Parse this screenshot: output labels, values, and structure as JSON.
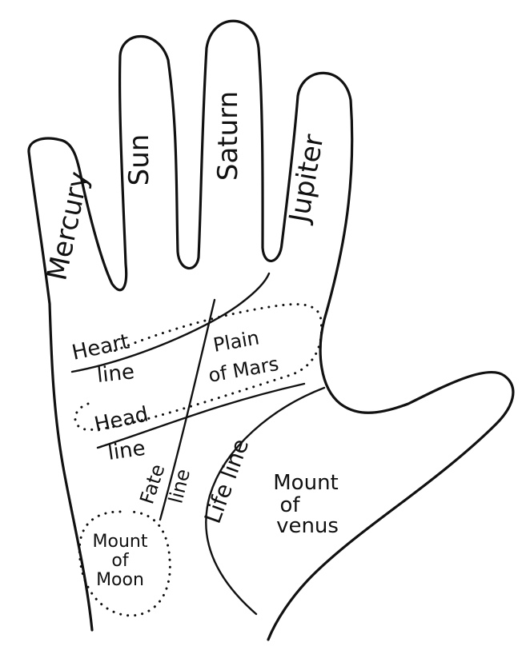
{
  "fingers": {
    "mercury": "Mercury",
    "sun": "Sun",
    "saturn": "Saturn",
    "jupiter": "Jupiter"
  },
  "lines": {
    "heart_1": "Heart",
    "heart_2": "line",
    "head_1": "Head",
    "head_2": "line",
    "fate_1": "Fate",
    "fate_2": "line",
    "life": "Life line"
  },
  "regions": {
    "plain_1": "Plain",
    "plain_2": "of Mars",
    "moon_1": "Mount",
    "moon_2": "of",
    "moon_3": "Moon",
    "venus_1": "Mount",
    "venus_2": "of",
    "venus_3": "venus"
  },
  "colors": {
    "ink": "#111111",
    "paper": "#ffffff"
  }
}
